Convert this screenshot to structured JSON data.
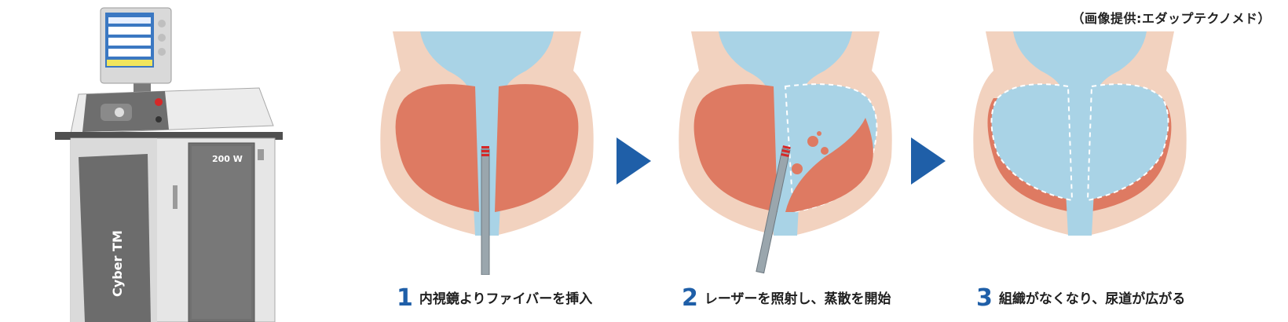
{
  "credit": "（画像提供:エダップテクノメド）",
  "device": {
    "brand_label": "Cyber TM",
    "power_label": "200 W"
  },
  "steps": [
    {
      "number": "1",
      "text": "内視鏡よりファイバーを挿入"
    },
    {
      "number": "2",
      "text": "レーザーを照射し、蒸散を開始"
    },
    {
      "number": "3",
      "text": "組織がなくなり、尿道が広がる"
    }
  ],
  "colors": {
    "skin": "#f2d2bf",
    "tissue": "#de7a62",
    "fluid": "#a9d3e6",
    "arrow": "#1f5fa8"
  }
}
